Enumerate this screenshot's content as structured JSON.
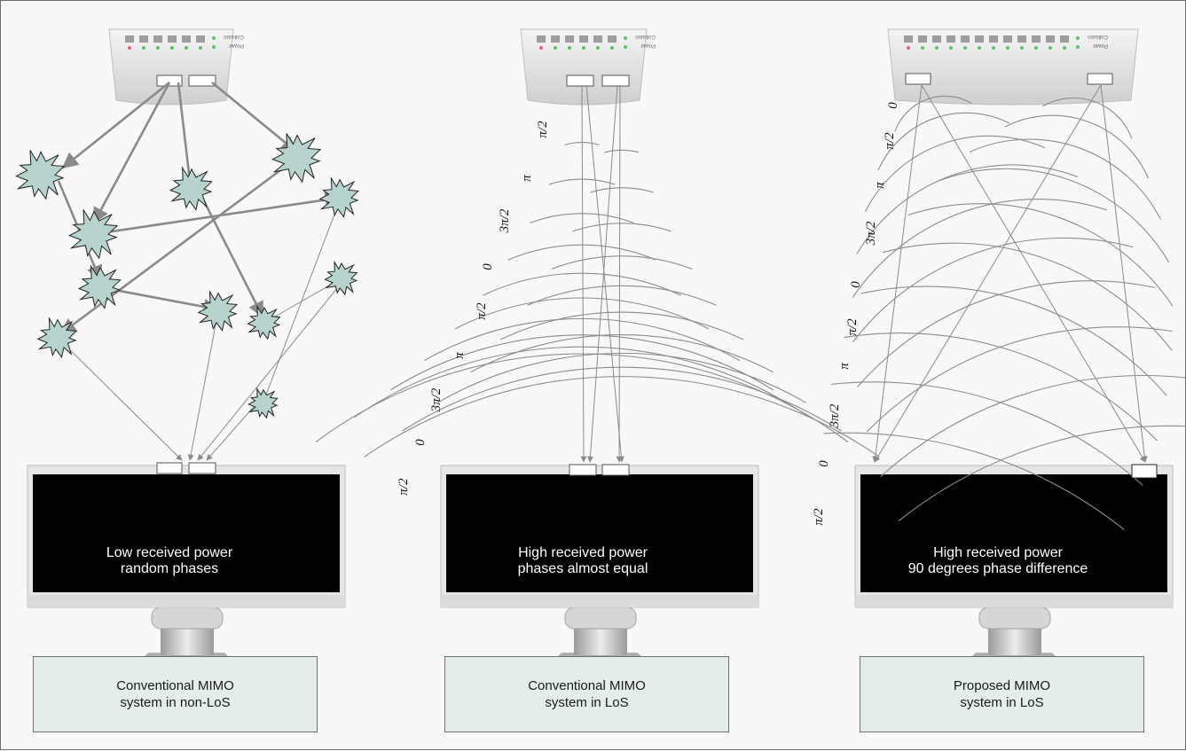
{
  "panels": [
    {
      "screen_text": [
        "Low received power",
        "random phases"
      ],
      "caption": [
        "Conventional MIMO",
        "system in non-LoS"
      ]
    },
    {
      "screen_text": [
        "High received power",
        "phases almost equal"
      ],
      "caption": [
        "Conventional MIMO",
        "system in LoS"
      ],
      "phase_labels": [
        "π/2",
        "π",
        "3π/2",
        "0",
        "π/2",
        "π",
        "3π/2",
        "0",
        "π/2"
      ]
    },
    {
      "screen_text": [
        "High received power",
        "90 degrees phase difference"
      ],
      "caption": [
        "Proposed MIMO",
        "system in LoS"
      ],
      "phase_labels": [
        "0",
        "π/2",
        "π",
        "3π/2",
        "0",
        "π/2",
        "π",
        "3π/2",
        "0",
        "π/2"
      ]
    }
  ],
  "router_labels": [
    "Power",
    "Collision"
  ],
  "colors": {
    "scatterer_fill": "#b7d3cd",
    "caption_fill": "#e3eeec",
    "screen": "#000000",
    "ray": "#8a8a8a",
    "wavefront": "#8c8c8c"
  }
}
